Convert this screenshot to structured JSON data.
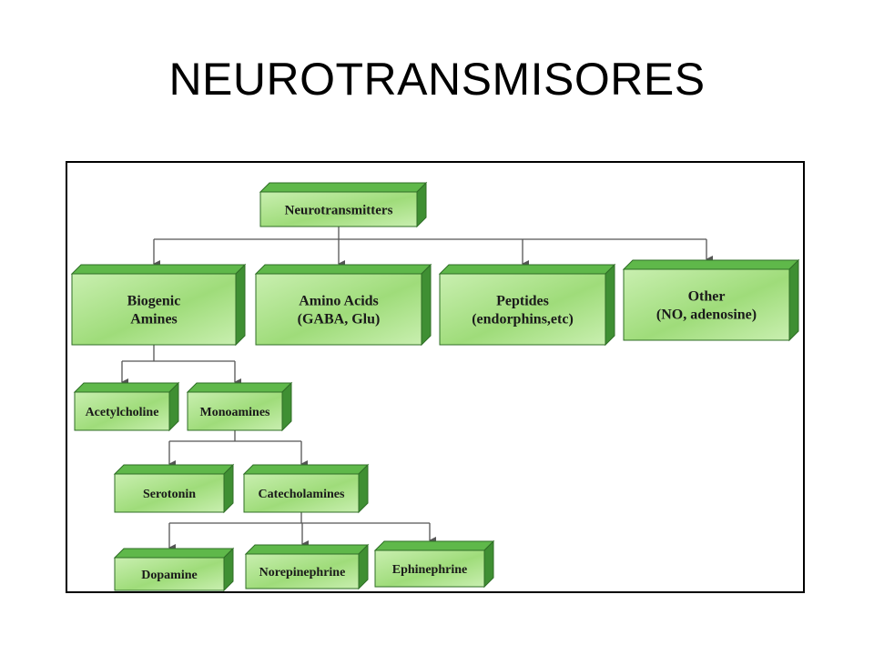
{
  "slide": {
    "title": "NEUROTRANSMISORES"
  },
  "colors": {
    "box_face": "#9fdc7a",
    "box_face_light": "#c9efb0",
    "box_top": "#5fb84a",
    "box_side": "#3f8f33",
    "box_outline": "#2f6e26",
    "connector": "#555555",
    "frame": "#000000"
  },
  "diagram": {
    "root": {
      "id": "neurotransmitters",
      "lines": [
        "Neurotransmitters"
      ]
    },
    "categories": [
      {
        "id": "biogenic-amines",
        "lines": [
          "Biogenic",
          "Amines"
        ]
      },
      {
        "id": "amino-acids",
        "lines": [
          "Amino Acids",
          "(GABA, Glu)"
        ]
      },
      {
        "id": "peptides",
        "lines": [
          "Peptides",
          "(endorphins,etc)"
        ]
      },
      {
        "id": "other",
        "lines": [
          "Other",
          "(NO, adenosine)"
        ]
      }
    ],
    "biogenic_children": [
      {
        "id": "acetylcholine",
        "lines": [
          "Acetylcholine"
        ]
      },
      {
        "id": "monoamines",
        "lines": [
          "Monoamines"
        ]
      }
    ],
    "monoamine_children": [
      {
        "id": "serotonin",
        "lines": [
          "Serotonin"
        ]
      },
      {
        "id": "catecholamines",
        "lines": [
          "Catecholamines"
        ]
      }
    ],
    "catecholamine_children": [
      {
        "id": "dopamine",
        "lines": [
          "Dopamine"
        ]
      },
      {
        "id": "norepinephrine",
        "lines": [
          "Norepinephrine"
        ]
      },
      {
        "id": "ephinephrine",
        "lines": [
          "Ephinephrine"
        ]
      }
    ]
  }
}
